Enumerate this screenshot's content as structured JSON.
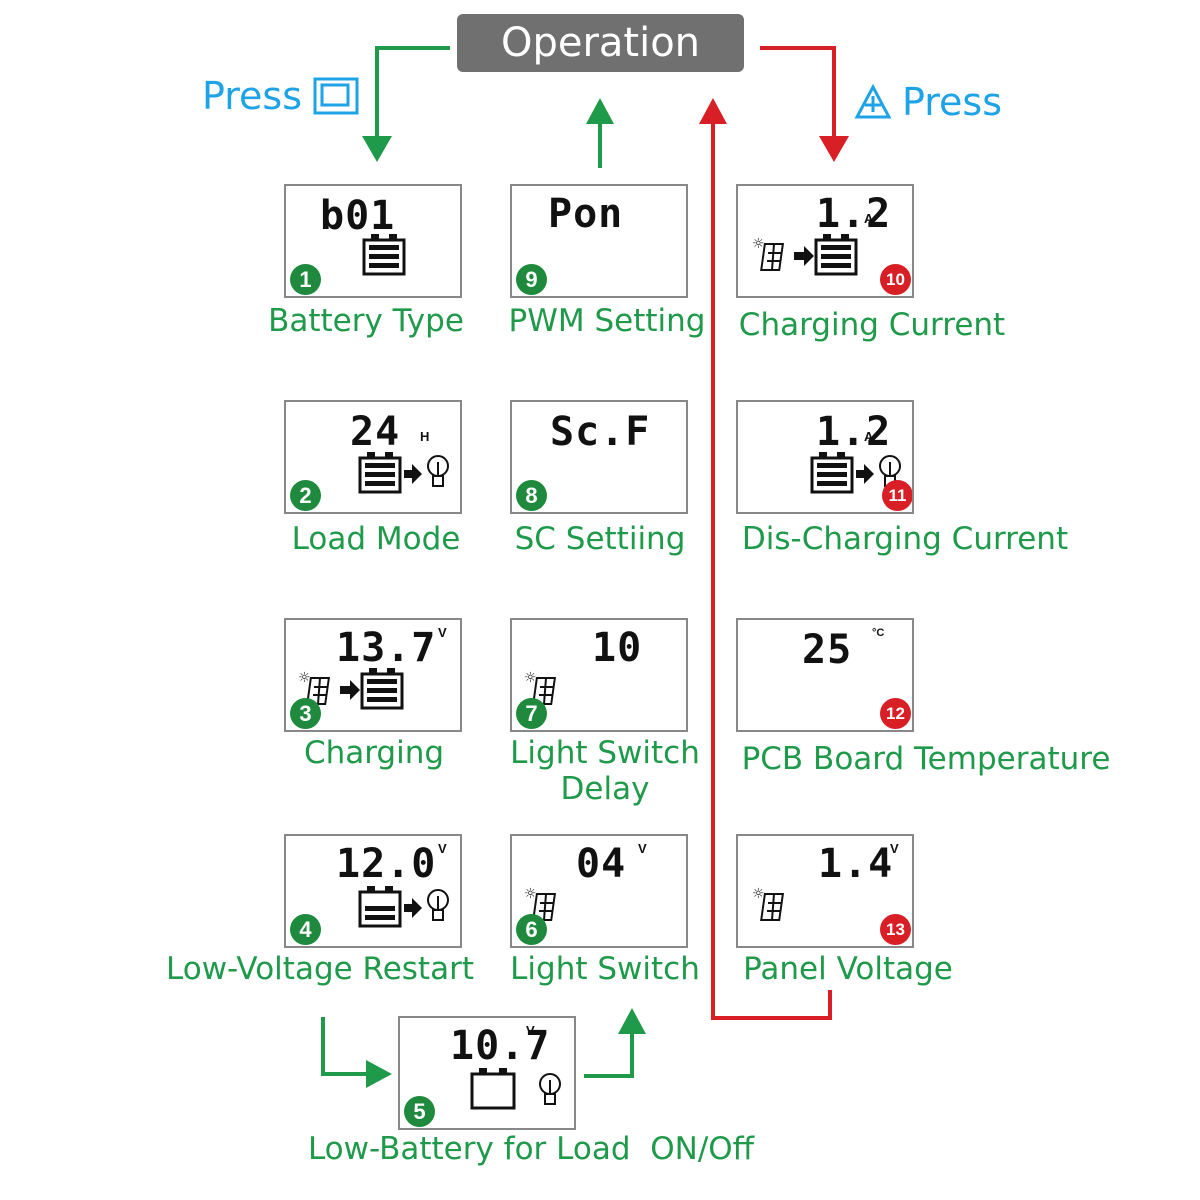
{
  "operation": {
    "label": "Operation"
  },
  "press_left": {
    "label": "Press",
    "icon": "menu-button-icon"
  },
  "press_right": {
    "label": "Press",
    "icon": "up-button-icon"
  },
  "colors": {
    "green": "#1f9a4a",
    "red": "#d81f26",
    "blue": "#1ea3e6",
    "gray": "#707070"
  },
  "steps": [
    {
      "num": "1",
      "display": "b01",
      "unit": "",
      "label": "Battery Type",
      "icons": "battery"
    },
    {
      "num": "2",
      "display": "24",
      "unit": "H",
      "label": "Load Mode",
      "icons": "battery-to-load"
    },
    {
      "num": "3",
      "display": "13.7",
      "unit": "V",
      "label": "Charging",
      "icons": "panel-to-battery"
    },
    {
      "num": "4",
      "display": "12.0",
      "unit": "V",
      "label": "Low-Voltage Restart",
      "icons": "battery-low-to-load"
    },
    {
      "num": "5",
      "display": "10.7",
      "unit": "V",
      "label": "Low-Battery for Load  ON/Off",
      "icons": "empty-battery-and-load"
    },
    {
      "num": "6",
      "display": "04",
      "unit": "V",
      "label": "Light Switch",
      "icons": "panel"
    },
    {
      "num": "7",
      "display": "10",
      "unit": "",
      "label": "Light Switch Delay",
      "label_line2": "Delay",
      "label_line1": "Light Switch",
      "icons": "panel"
    },
    {
      "num": "8",
      "display": "Sc.F",
      "unit": "",
      "label": "SC Settiing",
      "icons": "none"
    },
    {
      "num": "9",
      "display": "Pon",
      "unit": "",
      "label": "PWM Setting",
      "icons": "none"
    },
    {
      "num": "10",
      "display": "1.2",
      "unit": "A",
      "label": "Charging Current",
      "icons": "panel-to-battery"
    },
    {
      "num": "11",
      "display": "1.2",
      "unit": "A",
      "label": "Dis-Charging Current",
      "icons": "battery-to-load"
    },
    {
      "num": "12",
      "display": "25",
      "unit": "°C",
      "label": "PCB Board Temperature",
      "icons": "none"
    },
    {
      "num": "13",
      "display": "1.4",
      "unit": "V",
      "label": "Panel Voltage",
      "icons": "panel"
    }
  ]
}
